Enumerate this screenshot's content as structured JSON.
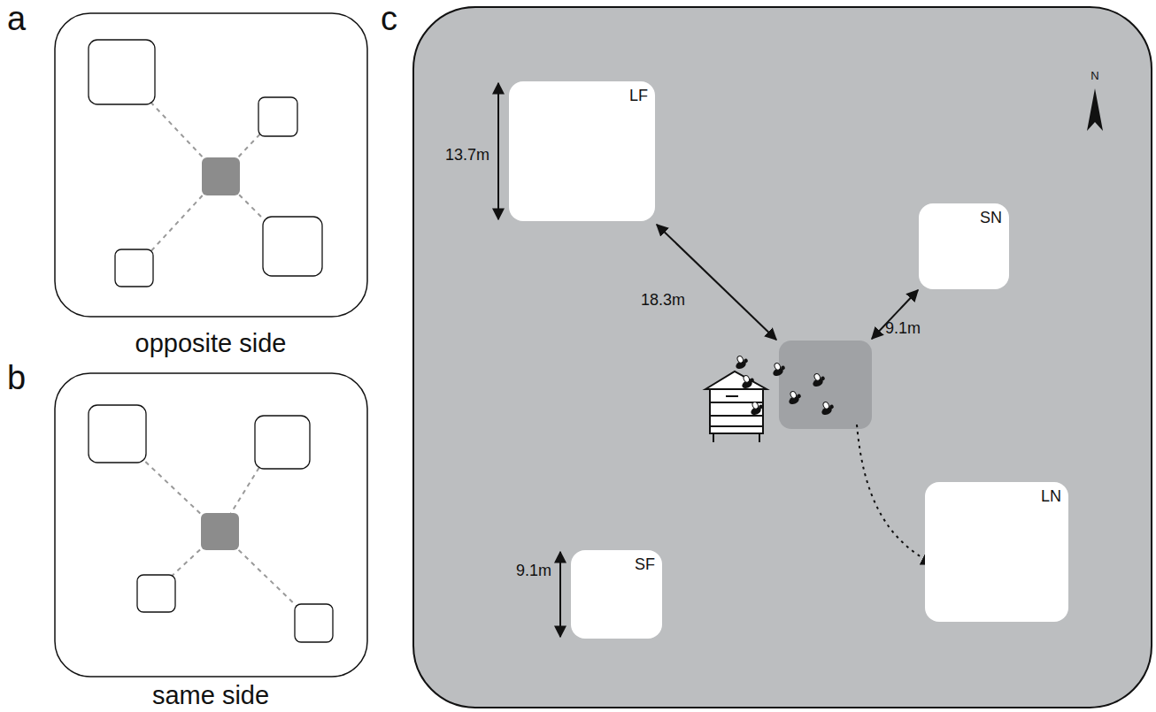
{
  "diagram": {
    "nodes": [
      {
        "text": [
          "LF"
        ]
      },
      {
        "text": [
          "SN"
        ]
      },
      {
        "text": [
          "SF"
        ]
      },
      {
        "text": [
          "LN"
        ]
      }
    ],
    "labels": [
      "a",
      "b",
      "c",
      "opposite side",
      "same side",
      "13.7m",
      "18.3m",
      "9.1m",
      "9.1m",
      "N"
    ]
  }
}
